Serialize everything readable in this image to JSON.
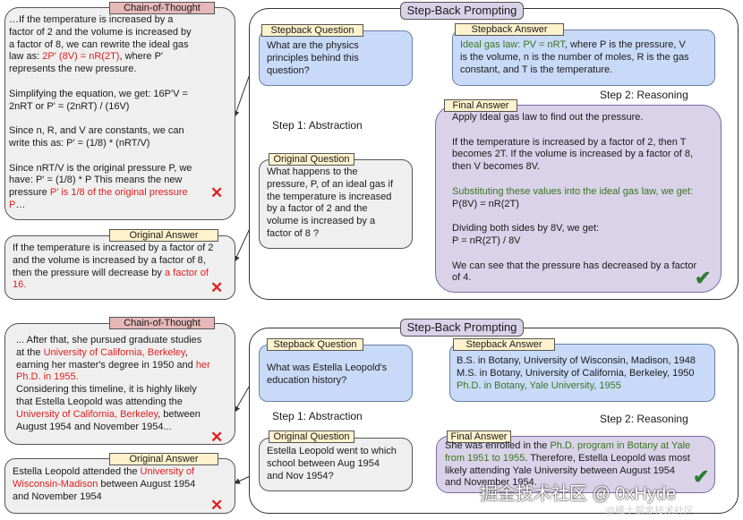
{
  "panel1": {
    "title": "Step-Back Prompting",
    "cot_label": "Chain-of-Thought",
    "cot_lines": [
      [
        {
          "t": "…If the temperature is increased by a"
        }
      ],
      [
        {
          "t": "factor of 2 and the volume is increased by"
        }
      ],
      [
        {
          "t": "a factor of 8, we can rewrite the ideal gas"
        }
      ],
      [
        {
          "t": "law as: "
        },
        {
          "t": "2P' (8V) = nR(2T)",
          "c": "red"
        },
        {
          "t": ", where P'"
        }
      ],
      [
        {
          "t": "represents the new pressure."
        }
      ],
      [
        {
          "t": ""
        }
      ],
      [
        {
          "t": "Simplifying the equation, we get: 16P'V ="
        }
      ],
      [
        {
          "t": "2nRT or P' = (2nRT) / (16V)"
        }
      ],
      [
        {
          "t": ""
        }
      ],
      [
        {
          "t": "Since n, R, and V are constants, we can"
        }
      ],
      [
        {
          "t": "write this as: P' = (1/8) * (nRT/V)"
        }
      ],
      [
        {
          "t": ""
        }
      ],
      [
        {
          "t": "Since nRT/V is the original pressure P, we"
        }
      ],
      [
        {
          "t": "have: P' = (1/8) * P This means the new"
        }
      ],
      [
        {
          "t": "pressure "
        },
        {
          "t": "P' is 1/8 of the original pressure",
          "c": "red"
        }
      ],
      [
        {
          "t": "P",
          "c": "red"
        },
        {
          "t": "…"
        }
      ]
    ],
    "orig_answer_label": "Original Answer",
    "orig_answer_lines": [
      [
        {
          "t": "If the temperature is increased by a factor of 2"
        }
      ],
      [
        {
          "t": "and the volume is increased by a factor of 8,"
        }
      ],
      [
        {
          "t": "then the pressure will decrease by "
        },
        {
          "t": "a factor of",
          "c": "red"
        }
      ],
      [
        {
          "t": "16.",
          "c": "red"
        }
      ]
    ],
    "stepback_q_label": "Stepback Question",
    "stepback_q_lines": [
      [
        {
          "t": "What are the physics"
        }
      ],
      [
        {
          "t": "principles behind this"
        }
      ],
      [
        {
          "t": "question?"
        }
      ]
    ],
    "stepback_a_label": "Stepback Answer",
    "stepback_a_lines": [
      [
        {
          "t": "Ideal gas law: PV = nRT",
          "c": "green"
        },
        {
          "t": ", where P is the pressure, V"
        }
      ],
      [
        {
          "t": "is the volume, n is the number of moles, R is the gas"
        }
      ],
      [
        {
          "t": "constant, and T is the temperature."
        }
      ]
    ],
    "step1": "Step 1: Abstraction",
    "step2": "Step 2: Reasoning",
    "orig_q_label": "Original Question",
    "orig_q_lines": [
      [
        {
          "t": "What happens to the"
        }
      ],
      [
        {
          "t": "pressure, P, of an ideal gas if"
        }
      ],
      [
        {
          "t": "the temperature is increased"
        }
      ],
      [
        {
          "t": "by a factor of 2 and the"
        }
      ],
      [
        {
          "t": "volume is increased by a"
        }
      ],
      [
        {
          "t": "factor of 8 ?"
        }
      ]
    ],
    "final_label": "Final Answer",
    "final_lines": [
      [
        {
          "t": "Apply Ideal gas law to find out the pressure."
        }
      ],
      [
        {
          "t": ""
        }
      ],
      [
        {
          "t": "If the temperature is increased by a factor of 2, then T"
        }
      ],
      [
        {
          "t": "becomes 2T. If the volume is increased by a factor of 8,"
        }
      ],
      [
        {
          "t": "then V becomes 8V."
        }
      ],
      [
        {
          "t": ""
        }
      ],
      [
        {
          "t": "Substituting these values into the ideal gas law, we get:",
          "c": "green"
        }
      ],
      [
        {
          "t": "P(8V) = nR(2T)"
        }
      ],
      [
        {
          "t": ""
        }
      ],
      [
        {
          "t": "Dividing both sides by 8V, we get:"
        }
      ],
      [
        {
          "t": "P = nR(2T) / 8V"
        }
      ],
      [
        {
          "t": ""
        }
      ],
      [
        {
          "t": "We can see that the pressure has decreased by a factor"
        }
      ],
      [
        {
          "t": "of 4."
        }
      ]
    ]
  },
  "panel2": {
    "title": "Step-Back Prompting",
    "cot_label": "Chain-of-Thought",
    "cot_lines": [
      [
        {
          "t": "... After that, she pursued graduate studies"
        }
      ],
      [
        {
          "t": "at the "
        },
        {
          "t": "University of California, Berkeley",
          "c": "red"
        },
        {
          "t": ","
        }
      ],
      [
        {
          "t": "earning her master's degree in 1950 and "
        },
        {
          "t": "her",
          "c": "red"
        }
      ],
      [
        {
          "t": "Ph.D. in 1955.",
          "c": "red"
        }
      ],
      [
        {
          "t": "Considering this timeline, it is highly likely"
        }
      ],
      [
        {
          "t": "that Estella Leopold was attending the"
        }
      ],
      [
        {
          "t": "University of California, Berkeley",
          "c": "red"
        },
        {
          "t": ", between"
        }
      ],
      [
        {
          "t": "August 1954 and November 1954..."
        }
      ]
    ],
    "orig_answer_label": "Original Answer",
    "orig_answer_lines": [
      [
        {
          "t": "Estella Leopold attended the "
        },
        {
          "t": "University of",
          "c": "red"
        }
      ],
      [
        {
          "t": "Wisconsin-Madison",
          "c": "red"
        },
        {
          "t": " between August 1954"
        }
      ],
      [
        {
          "t": "and November 1954"
        }
      ]
    ],
    "stepback_q_label": "Stepback Question",
    "stepback_q_lines": [
      [
        {
          "t": "What was Estella Leopold's"
        }
      ],
      [
        {
          "t": "education history?"
        }
      ]
    ],
    "stepback_a_label": "Stepback Answer",
    "stepback_a_lines": [
      [
        {
          "t": "B.S. in Botany, University of Wisconsin, Madison, 1948"
        }
      ],
      [
        {
          "t": "M.S. in Botany, University of California, Berkeley, 1950"
        }
      ],
      [
        {
          "t": "Ph.D. in Botany, Yale University, 1955",
          "c": "green"
        }
      ]
    ],
    "step1": "Step 1: Abstraction",
    "step2": "Step 2: Reasoning",
    "orig_q_label": "Original Question",
    "orig_q_lines": [
      [
        {
          "t": "Estella Leopold went to which"
        }
      ],
      [
        {
          "t": "school between Aug 1954"
        }
      ],
      [
        {
          "t": "and Nov 1954?"
        }
      ]
    ],
    "final_label": "Final Answer",
    "final_lines": [
      [
        {
          "t": "She was enrolled in the "
        },
        {
          "t": "Ph.D. program in Botany at Yale",
          "c": "green"
        }
      ],
      [
        {
          "t": "from 1951 to 1955",
          "c": "green"
        },
        {
          "t": ". Therefore, Estella Leopold was most"
        }
      ],
      [
        {
          "t": "likely attending Yale University between August 1954"
        }
      ],
      [
        {
          "t": "and November 1954."
        }
      ]
    ]
  },
  "watermark": "掘金技术社区 @ 0xHyde",
  "watermark_small": "@稀土掘金技术社区"
}
